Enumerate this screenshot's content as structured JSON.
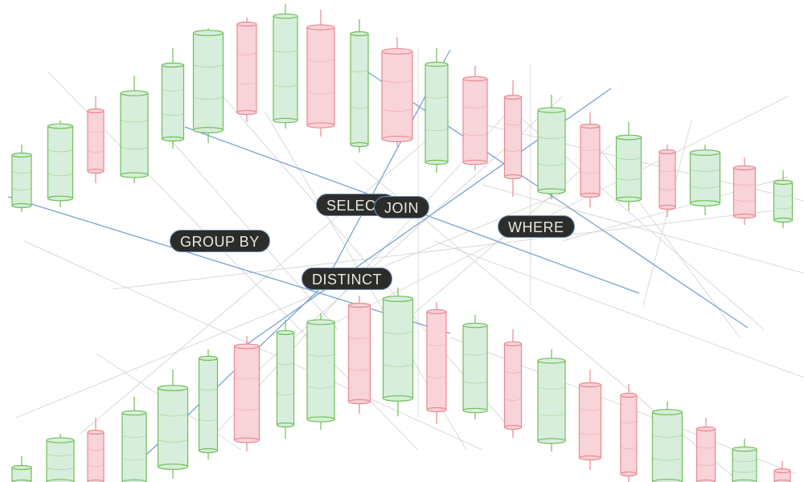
{
  "keywords": {
    "select": "SELECT",
    "join": "JOIN",
    "where": "WHERE",
    "group_by": "GROUP BY",
    "distinct": "DISTINCT"
  },
  "colors": {
    "bullish_fill": "#d6eedb",
    "bullish_stroke": "#6fbf55",
    "bearish_fill": "#f8d3d8",
    "bearish_stroke": "#e88a90",
    "connector": "#7aa2d4",
    "guide": "#d9d9d9",
    "pill_bg": "#2c2d2b",
    "pill_text": "#e8e8e2"
  }
}
